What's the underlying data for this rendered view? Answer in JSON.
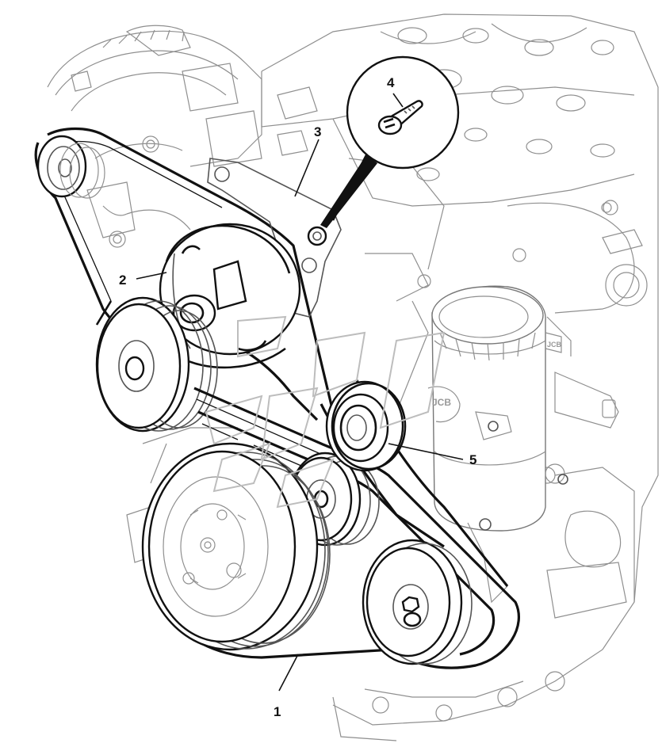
{
  "callouts": [
    {
      "id": "1",
      "label": "1"
    },
    {
      "id": "2",
      "label": "2"
    },
    {
      "id": "3",
      "label": "3"
    },
    {
      "id": "4",
      "label": "4"
    },
    {
      "id": "5",
      "label": "5"
    }
  ],
  "logos": [
    "JCB"
  ]
}
